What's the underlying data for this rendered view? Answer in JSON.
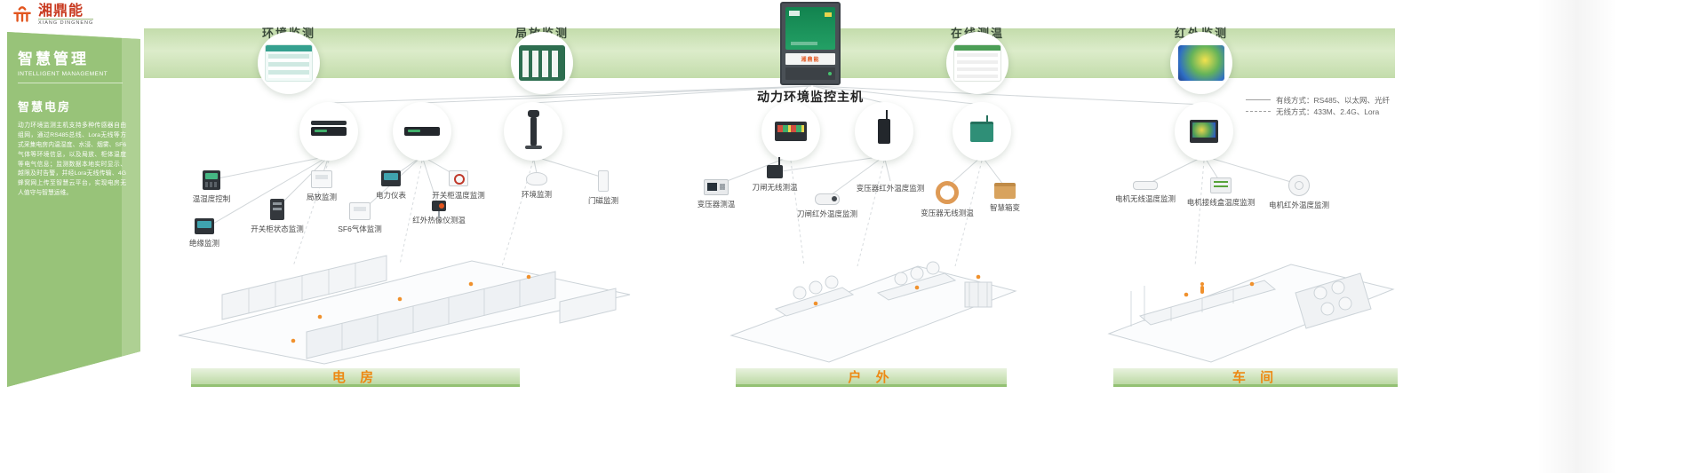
{
  "logo": {
    "zh": "湘鼎能",
    "en": "XIANG DINGNENG"
  },
  "sidebar": {
    "title_zh": "智慧管理",
    "title_en": "INTELLIGENT MANAGEMENT",
    "subtitle": "智慧电房",
    "description": "动力环境监测主机支持多种传感器自由组网，通过RS485总线、Lora无线等方式采集电房内温湿度、水浸、烟雾、SF6气体等环境信息，以及局放、柜体温度等电气信息；监测数据本地实时显示、越限及时告警，并经Lora无线传输、4G蜂窝网上传至智慧云平台，实现电房无人值守与智慧运维。"
  },
  "banner": {
    "items": [
      {
        "label": "环境监测"
      },
      {
        "label": "局放监测"
      },
      {
        "label": "在线测温"
      },
      {
        "label": "红外监测"
      }
    ]
  },
  "host": {
    "label": "动力环境监控主机",
    "brand": "湘鼎能"
  },
  "legend": {
    "wired": "有线方式：RS485、以太网、光纤",
    "wireless": "无线方式：433M、2.4G、Lora"
  },
  "devices": {
    "left": [
      {
        "label": "温湿度控制"
      },
      {
        "label": "绝缘监测"
      },
      {
        "label": "开关柜状态监测"
      },
      {
        "label": "局放监测"
      },
      {
        "label": "SF6气体监测"
      },
      {
        "label": "电力仪表"
      },
      {
        "label": "开关柜温度监测"
      },
      {
        "label": "红外热像仪测温"
      },
      {
        "label": "环境监测"
      },
      {
        "label": "门磁监测"
      }
    ],
    "middle": [
      {
        "label": "变压器测温"
      },
      {
        "label": "刀闸无线测温"
      },
      {
        "label": "刀闸红外温度监测"
      },
      {
        "label": "变压器红外温度监测"
      },
      {
        "label": "变压器无线测温"
      },
      {
        "label": "智慧箱变"
      }
    ],
    "right": [
      {
        "label": "电机无线温度监测"
      },
      {
        "label": "电机接线盒温度监测"
      },
      {
        "label": "电机红外温度监测"
      }
    ]
  },
  "sections": [
    {
      "label": "电 房"
    },
    {
      "label": "户 外"
    },
    {
      "label": "车 间"
    }
  ],
  "colors": {
    "green": "#8fbe70",
    "band": "#cfe4ba",
    "orange": "#ed8914",
    "brand_red": "#c8391f"
  }
}
